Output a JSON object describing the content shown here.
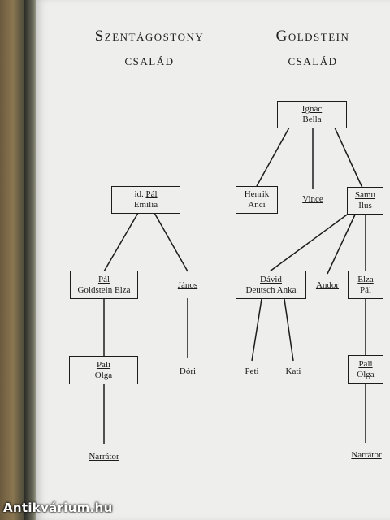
{
  "titles": {
    "left_line1": "Szentágostony",
    "left_line2": "család",
    "right_line1": "Goldstein",
    "right_line2": "család"
  },
  "left_tree": {
    "root": {
      "line1_prefix": "id.",
      "line1_name": "Pál",
      "line2": "Emília"
    },
    "child_pal": {
      "line1": "Pál",
      "line2": "Goldstein Elza"
    },
    "child_janos": "János",
    "grandchild": {
      "line1": "Pali",
      "line2": "Olga"
    },
    "grandchild_janos": "Dóri",
    "narrator": "Narrátor"
  },
  "right_tree": {
    "root": {
      "line1": "Ignác",
      "line2": "Bella"
    },
    "henrik": {
      "line1": "Henrik",
      "line2": "Anci"
    },
    "vince": "Vince",
    "samu": {
      "line1": "Samu",
      "line2": "Ilus"
    },
    "david": {
      "line1": "Dávid",
      "line2": "Deutsch Anka"
    },
    "andor": "Andor",
    "elza": {
      "line1": "Elza",
      "line2": "Pál"
    },
    "peti": "Peti",
    "kati": "Kati",
    "pali": {
      "line1": "Pali",
      "line2": "Olga"
    },
    "narrator": "Narrátor"
  },
  "watermark": "Antikvárium.hu"
}
